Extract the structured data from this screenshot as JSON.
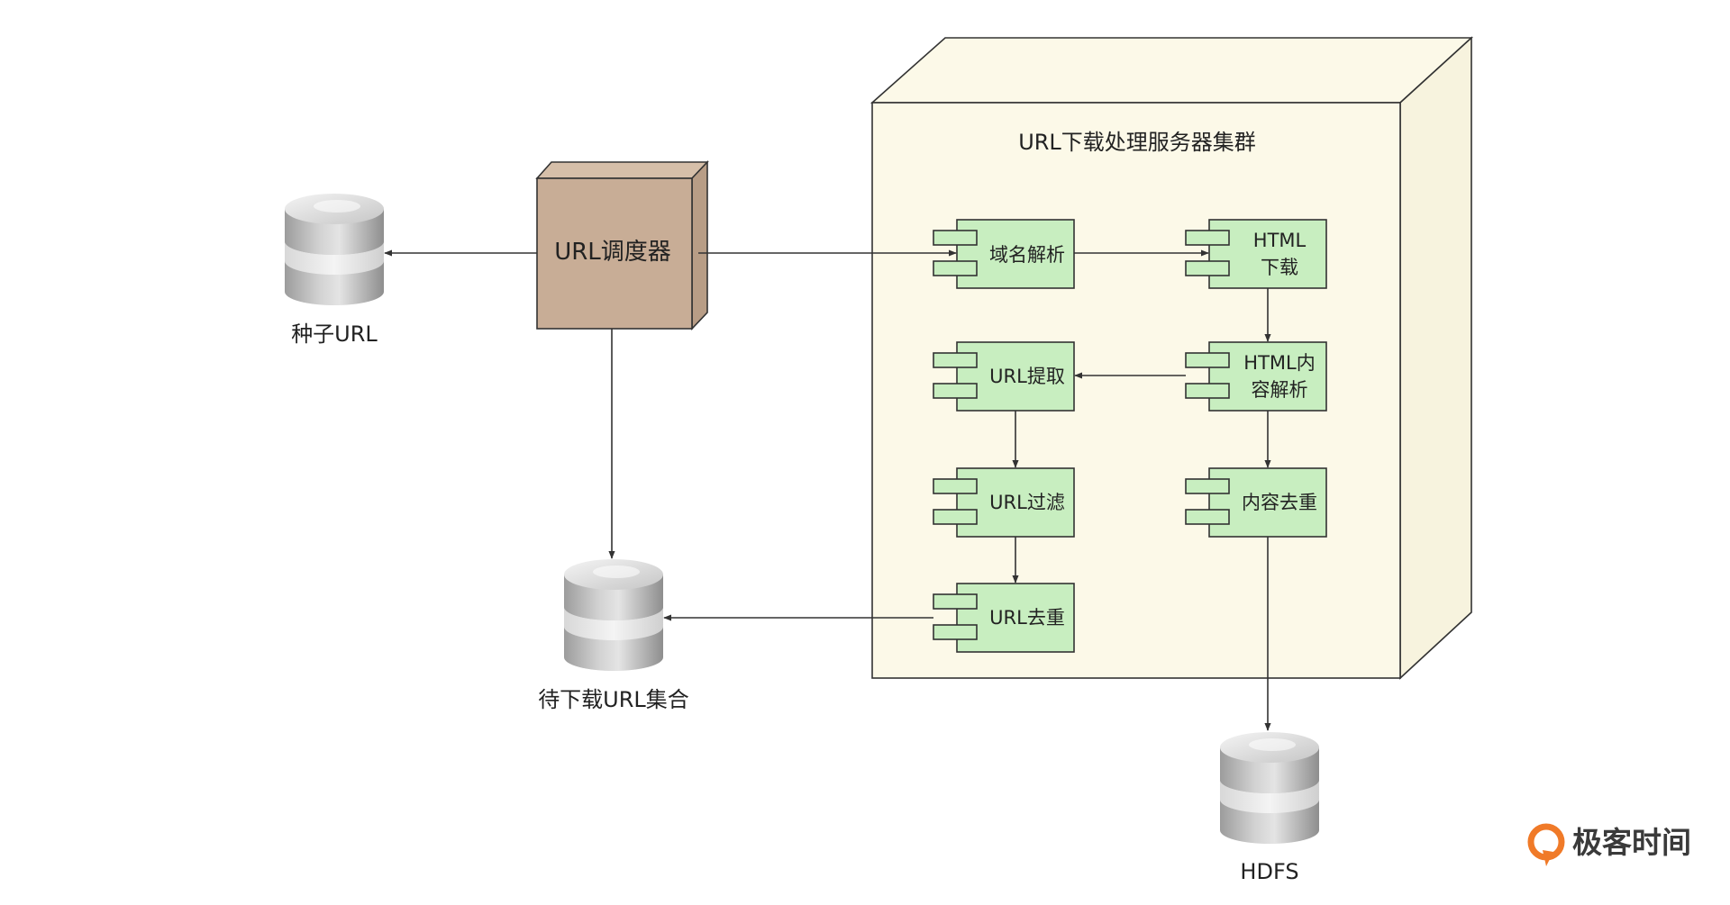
{
  "cluster": {
    "title": "URL下载处理服务器集群"
  },
  "scheduler": {
    "label": "URL调度器"
  },
  "databases": {
    "seed": "种子URL",
    "pending": "待下载URL集合",
    "hdfs": "HDFS"
  },
  "components": {
    "dns": "域名解析",
    "html_download_line1": "HTML",
    "html_download_line2": "下载",
    "url_extract": "URL提取",
    "html_parse_line1": "HTML内",
    "html_parse_line2": "容解析",
    "url_filter": "URL过滤",
    "content_dedup": "内容去重",
    "url_dedup": "URL去重"
  },
  "logo": {
    "text": "极客时间",
    "icon": "geektime-logo-icon"
  },
  "colors": {
    "cluster_fill": "#fcf9e8",
    "scheduler_fill": "#c8ad96",
    "component_fill": "#c8eec0",
    "line": "#333333",
    "logo_accent": "#f07a28"
  }
}
